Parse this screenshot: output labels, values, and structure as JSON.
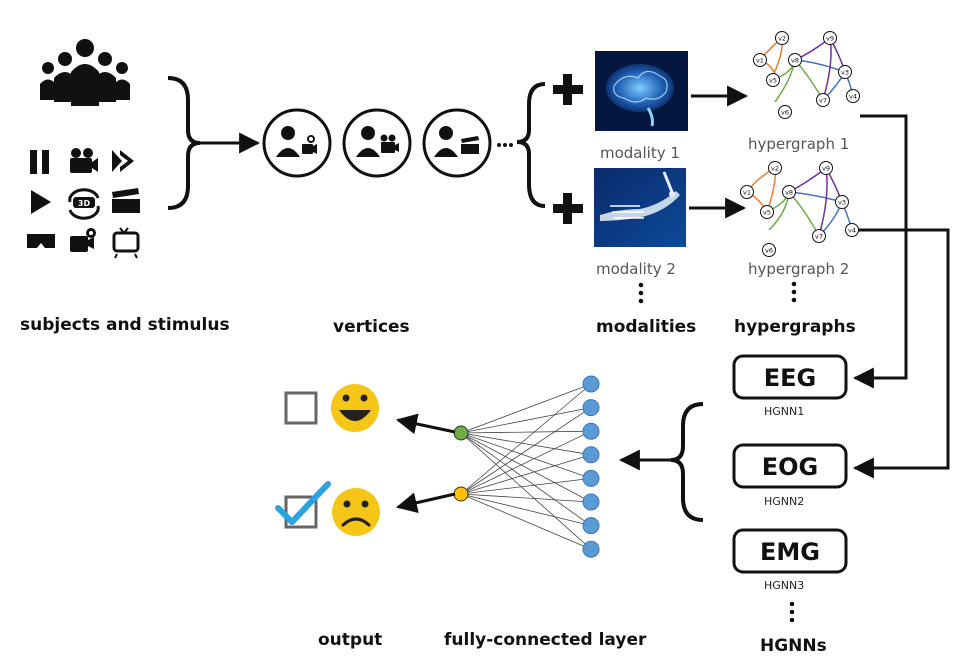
{
  "labels": {
    "subjects": "subjects and stimulus",
    "vertices": "vertices",
    "modalities": "modalities",
    "hypergraphs": "hypergraphs",
    "output": "output",
    "fc_layer": "fully-connected layer",
    "hgnns": "HGNNs"
  },
  "modality_captions": [
    "modality 1",
    "modality 2"
  ],
  "hypergraph_captions": [
    "hypergraph 1",
    "hypergraph 2"
  ],
  "hypergraph_vertices": [
    "v1",
    "v2",
    "v3",
    "v4",
    "v5",
    "v6",
    "v7",
    "v8",
    "v9"
  ],
  "hgnn_boxes": [
    {
      "name": "EEG",
      "caption": "HGNN1"
    },
    {
      "name": "EOG",
      "caption": "HGNN2"
    },
    {
      "name": "EMG",
      "caption": "HGNN3"
    }
  ],
  "icons": {
    "subjects": "group-of-people-icon",
    "stimulus": [
      "pause-icon",
      "movie-camera-icon",
      "fast-forward-icon",
      "play-icon",
      "3d-rotate-icon",
      "clapperboard-icon",
      "3d-glasses-icon",
      "video-camera-icon",
      "tv-icon"
    ],
    "vertices": [
      "person-camera-icon",
      "people-camera-icon",
      "person-clapperboard-icon"
    ],
    "outputs": [
      "happy-face-icon",
      "sad-face-icon"
    ]
  },
  "colors": {
    "ink": "#111111",
    "fc_node": "#5b9bd5",
    "output_happy_node": "#70ad47",
    "output_sad_node": "#ffc000",
    "face": "#f5c518",
    "check": "#2aa3e0",
    "hyperedges": [
      "#ed7d31",
      "#70ad47",
      "#4472c4",
      "#7030a0"
    ]
  }
}
